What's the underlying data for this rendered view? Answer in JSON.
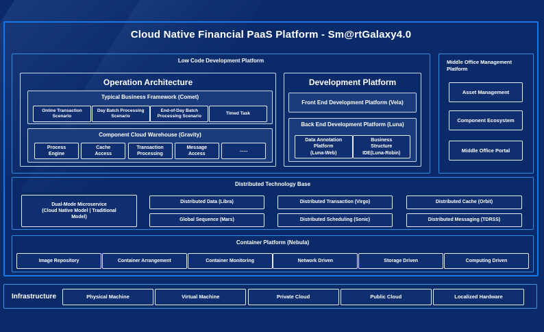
{
  "title": "Cloud Native Financial PaaS Platform - Sm@rtGalaxy4.0",
  "colors": {
    "page_bg": "#0a2a69",
    "main_border": "#1677e8",
    "section_border": "#2f8fe6",
    "infra_border": "#2f9bea",
    "panel_bg": "#1a3c7c",
    "leaf_bg": "#0f2f70",
    "leaf_border": "#e8eef8",
    "text": "#ffffff"
  },
  "low_code": {
    "label": "Low Code Development Platform",
    "operation_architecture": {
      "title": "Operation Architecture",
      "comet": {
        "title": "Typical Business Framework (Comet)",
        "items": [
          "Online Transaction\nScenario",
          "Day Batch Processing\nScenario",
          "End-of-Day Batch\nProcessing Scenario",
          "Timed Task"
        ]
      },
      "gravity": {
        "title": "Component Cloud Warehouse (Gravity)",
        "items": [
          "Process\nEngine",
          "Cache\nAccess",
          "Transaction\nProcessing",
          "Message\nAccess",
          "......"
        ]
      }
    },
    "development_platform": {
      "title": "Development Platform",
      "front_end": "Front End Development Platform (Vela)",
      "back_end": {
        "title": "Back End Development Platform (Luna)",
        "items": [
          "Data Annotation\nPlatform\n(Luna-Web)",
          "Business\nStructure\nIDE(Luna-Robin)"
        ]
      }
    }
  },
  "middle_office": {
    "title": "Middle Office Management\nPlatform",
    "items": [
      "Asset Management",
      "Component Ecosystem",
      "Middle Office Portal"
    ]
  },
  "distributed": {
    "title": "Distributed Technology Base",
    "dual_mode": "Dual-Mode Microservice\n(Cloud Native Model | Traditional\nModel)",
    "grid": [
      [
        "Distributed Data (Libra)",
        "Distributed Transaction (Virgo)",
        "Distributed Cache (Orbit)"
      ],
      [
        "Global Sequence (Mars)",
        "Distributed Scheduling (Sonic)",
        "Distributed Messaging (TDRSS)"
      ]
    ]
  },
  "container_platform": {
    "title": "Container Platform (Nebula)",
    "items": [
      "Image Repository",
      "Container Arrangement",
      "Container Monitoring",
      "Network Driven",
      "Storage Driven",
      "Computing Driven"
    ]
  },
  "infrastructure": {
    "label": "Infrastructure",
    "items": [
      "Physical Machine",
      "Virtual Machine",
      "Private Cloud",
      "Public Cloud",
      "Localized Hardware"
    ]
  }
}
